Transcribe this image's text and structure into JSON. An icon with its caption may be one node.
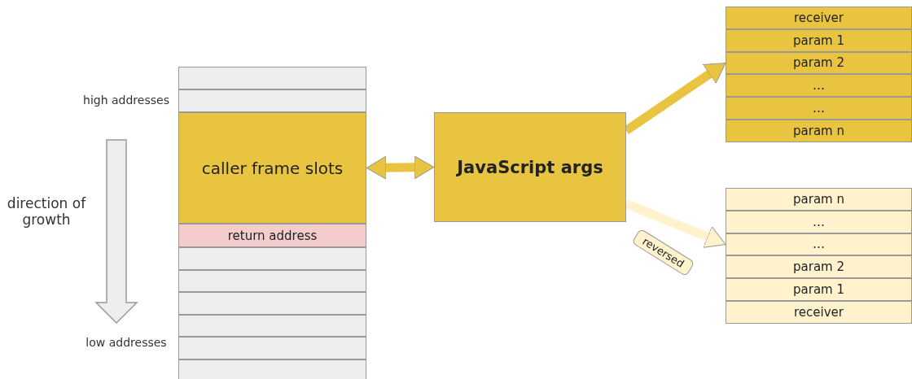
{
  "diagram": {
    "nodes": [
      {
        "text": [],
        "shape": "box"
      },
      {
        "text": [],
        "shape": "box"
      },
      {
        "text": [
          "caller frame slots"
        ]
      },
      {
        "text": [
          "return address"
        ]
      },
      {
        "text": [],
        "shape": "box"
      },
      {
        "text": [],
        "shape": "box"
      },
      {
        "text": [],
        "shape": "box"
      },
      {
        "text": [],
        "shape": "box"
      },
      {
        "text": [],
        "shape": "box"
      },
      {
        "text": [],
        "shape": "box"
      },
      {
        "text": [
          "JavaScript args"
        ]
      },
      {
        "text": [
          "receiver"
        ]
      },
      {
        "text": [
          "param 1"
        ]
      },
      {
        "text": [
          "param 2"
        ]
      },
      {
        "text": [
          "…"
        ]
      },
      {
        "text": [
          "…"
        ]
      },
      {
        "text": [
          "param n"
        ]
      },
      {
        "text": [
          "param n"
        ]
      },
      {
        "text": [
          "…"
        ]
      },
      {
        "text": [
          "…"
        ]
      },
      {
        "text": [
          "param 2"
        ]
      },
      {
        "text": [
          "param 1"
        ]
      },
      {
        "text": [
          "receiver"
        ]
      }
    ],
    "edges": [
      {
        "from": 2,
        "to": 10,
        "arrow": "both"
      },
      {
        "from": 10,
        "to": 13,
        "arrow": "to"
      },
      {
        "from": 10,
        "to": 19,
        "arrow": "to",
        "label": "reversed",
        "color": "#fff2cc"
      }
    ],
    "labels": [
      "high addresses",
      "direction of growth",
      "low addresses"
    ]
  }
}
